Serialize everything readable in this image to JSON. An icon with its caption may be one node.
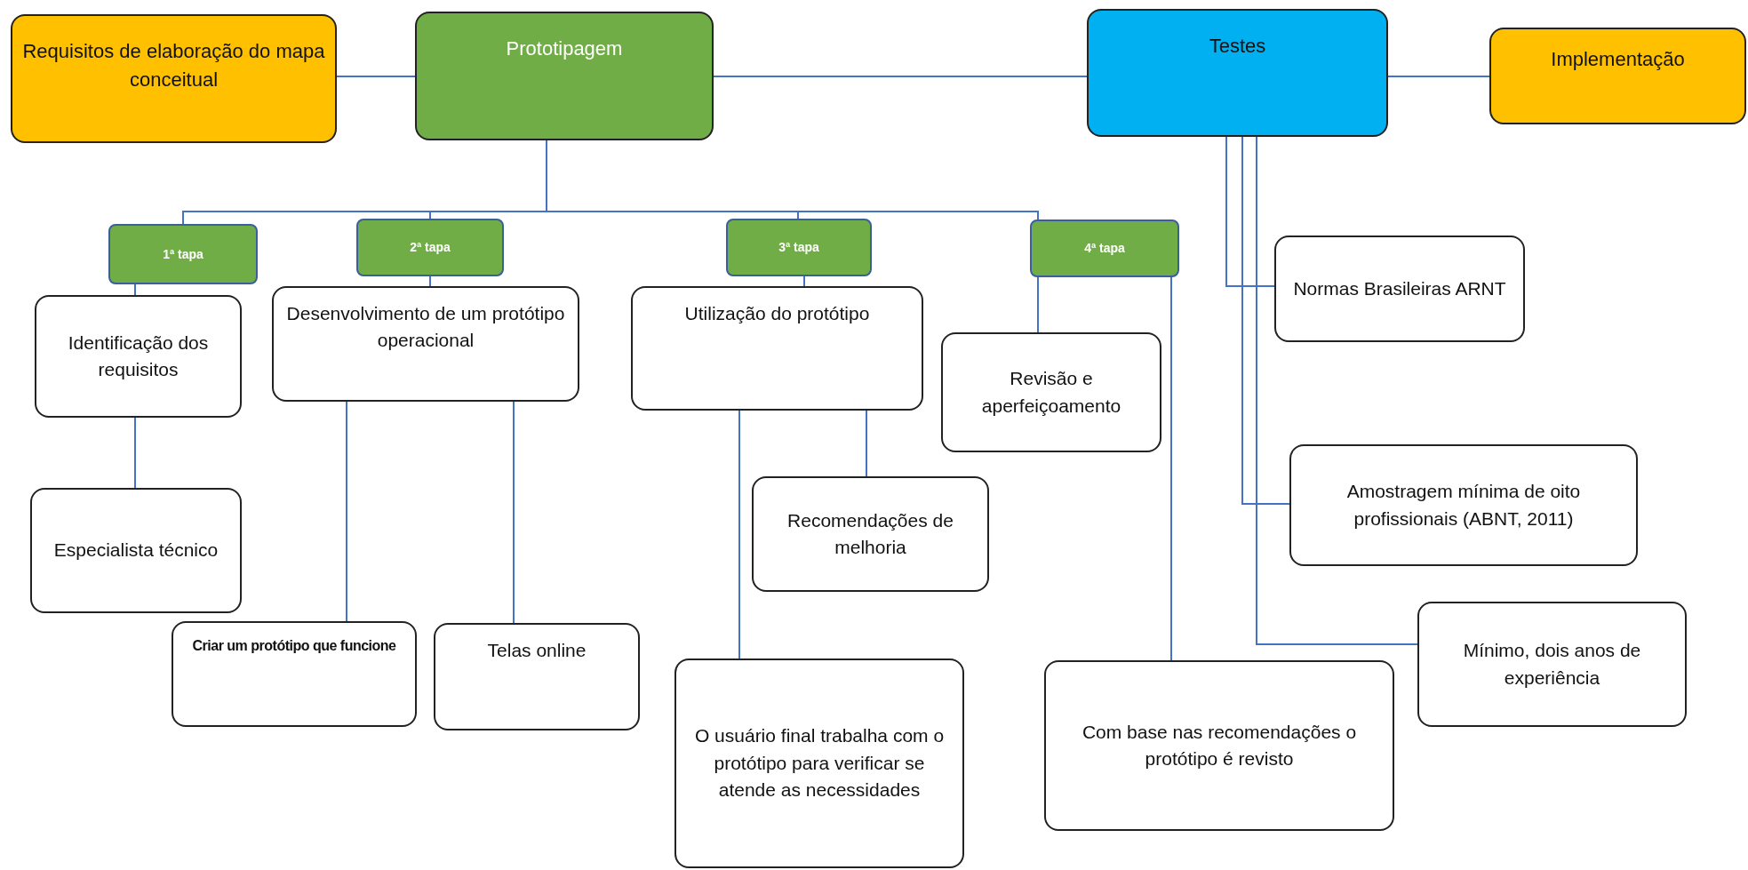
{
  "diagram": {
    "nodes": [
      {
        "text": [
          "Requisitos de elaboração do mapa conceitual"
        ]
      },
      {
        "text": [
          "Prototipagem"
        ]
      },
      {
        "text": [
          "Testes"
        ]
      },
      {
        "text": [
          "Implementação"
        ]
      },
      {
        "text": [
          "1ª tapa"
        ]
      },
      {
        "text": [
          "2ª tapa"
        ]
      },
      {
        "text": [
          "3ª tapa"
        ]
      },
      {
        "text": [
          "4ª tapa"
        ]
      },
      {
        "text": [
          "Identificação dos requisitos"
        ]
      },
      {
        "text": [
          "Desenvolvimento de um protótipo operacional"
        ]
      },
      {
        "text": [
          "Utilização do protótipo"
        ]
      },
      {
        "text": [
          "Revisão e aperfeiçoamento"
        ]
      },
      {
        "text": [
          "Normas Brasileiras ARNT"
        ]
      },
      {
        "text": [
          "Especialista técnico"
        ]
      },
      {
        "text": [
          "Criar um protótipo que funcione"
        ]
      },
      {
        "text": [
          "Telas online"
        ]
      },
      {
        "text": [
          "Recomendações de melhoria"
        ]
      },
      {
        "text": [
          "O usuário final trabalha com o protótipo para verificar se atende as necessidades"
        ]
      },
      {
        "text": [
          "Com base nas recomendações o protótipo é revisto"
        ]
      },
      {
        "text": [
          "Amostragem mínima de oito profissionais (ABNT, 2011)"
        ]
      },
      {
        "text": [
          "Mínimo, dois anos de experiência"
        ]
      }
    ],
    "edges": [
      {
        "from": 0,
        "to": 1,
        "arrow": "none"
      },
      {
        "from": 1,
        "to": 2,
        "arrow": "none"
      },
      {
        "from": 2,
        "to": 3,
        "arrow": "none"
      },
      {
        "from": 1,
        "to": 4,
        "arrow": "none"
      },
      {
        "from": 1,
        "to": 5,
        "arrow": "none"
      },
      {
        "from": 1,
        "to": 6,
        "arrow": "none"
      },
      {
        "from": 1,
        "to": 7,
        "arrow": "none"
      },
      {
        "from": 4,
        "to": 8,
        "arrow": "none"
      },
      {
        "from": 5,
        "to": 9,
        "arrow": "none"
      },
      {
        "from": 6,
        "to": 10,
        "arrow": "none"
      },
      {
        "from": 7,
        "to": 11,
        "arrow": "none"
      },
      {
        "from": 7,
        "to": 18,
        "arrow": "none"
      },
      {
        "from": 8,
        "to": 13,
        "arrow": "none"
      },
      {
        "from": 9,
        "to": 14,
        "arrow": "none"
      },
      {
        "from": 9,
        "to": 15,
        "arrow": "none"
      },
      {
        "from": 10,
        "to": 16,
        "arrow": "none"
      },
      {
        "from": 10,
        "to": 17,
        "arrow": "none"
      },
      {
        "from": 2,
        "to": 12,
        "arrow": "none"
      },
      {
        "from": 2,
        "to": 19,
        "arrow": "none"
      },
      {
        "from": 2,
        "to": 20,
        "arrow": "none"
      }
    ]
  }
}
